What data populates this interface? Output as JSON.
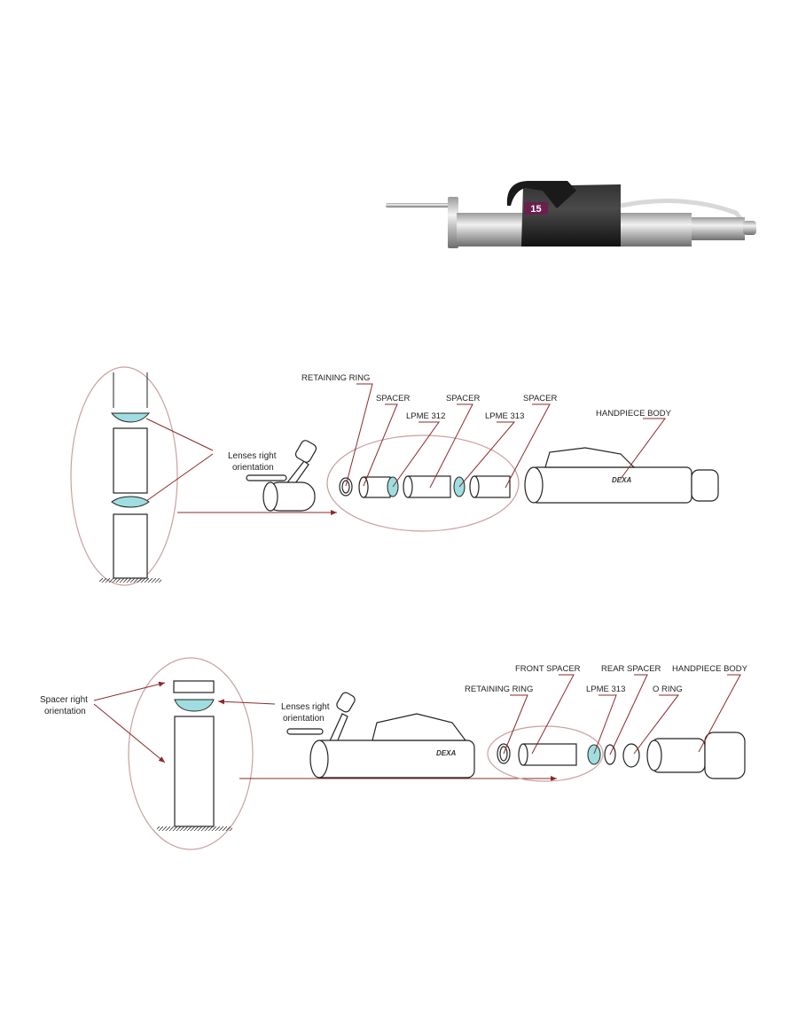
{
  "photo": {
    "badge_number": "15",
    "badge_color": "#6b1f4f"
  },
  "diagram1": {
    "callout_label_line1": "Lenses right",
    "callout_label_line2": "orientation",
    "parts": {
      "retaining_ring": "RETAINING RING",
      "spacer_1": "SPACER",
      "lpme_312": "LPME 312",
      "spacer_2": "SPACER",
      "lpme_313": "LPME 313",
      "spacer_3": "SPACER",
      "handpiece_body": "HANDPIECE BODY"
    }
  },
  "diagram2": {
    "spacer_label_line1": "Spacer right",
    "spacer_label_line2": "orientation",
    "lens_label_line1": "Lenses right",
    "lens_label_line2": "orientation",
    "parts": {
      "front_spacer": "FRONT SPACER",
      "rear_spacer": "REAR SPACER",
      "handpiece_body": "HANDPIECE BODY",
      "retaining_ring": "RETAINING RING",
      "lpme_313": "LPME 313",
      "o_ring": "O RING"
    }
  },
  "colors": {
    "leader": "#8b2a2a",
    "lens": "#9fdde0",
    "outline": "#c9a0a0"
  }
}
